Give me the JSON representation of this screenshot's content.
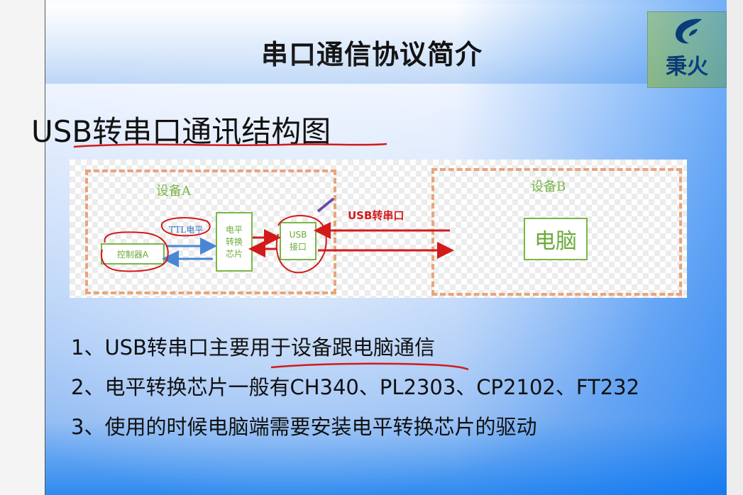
{
  "header": {
    "title": "串口通信协议简介"
  },
  "logo": {
    "text": "秉火"
  },
  "subtitle": "USB转串口通讯结构图",
  "diagram": {
    "device_a_label": "设备A",
    "device_b_label": "设备B",
    "controller_label": "控制器A",
    "ttl_label": "TTL电平",
    "converter_lines": [
      "电平",
      "转换",
      "芯片"
    ],
    "usb_lines": [
      "USB",
      "接口"
    ],
    "usb_serial_label": "USB转串口",
    "pc_label": "电脑"
  },
  "list": [
    "1、USB转串口主要用于设备跟电脑通信",
    "2、电平转换芯片一般有CH340、PL2303、CP2102、FT232",
    "3、使用的时候电脑端需要安装电平转换芯片的驱动"
  ],
  "colors": {
    "accent_green": "#7ab648",
    "annotation_red": "#d21a1a",
    "dashed_border": "#e8a57a",
    "logo_yellow": "#e9ec4f"
  }
}
